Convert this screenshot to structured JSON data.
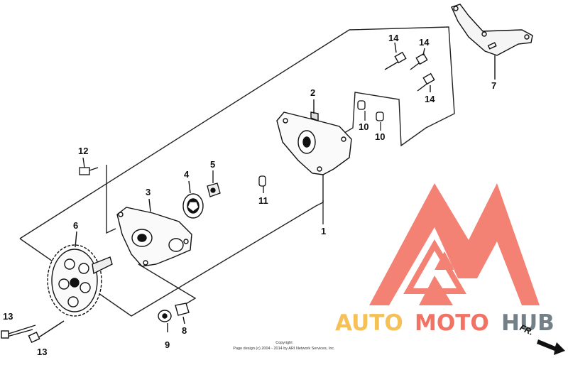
{
  "diagram": {
    "part_numbers": {
      "p1": "1",
      "p2": "2",
      "p3": "3",
      "p4": "4",
      "p5": "5",
      "p6": "6",
      "p7": "7",
      "p8": "8",
      "p9": "9",
      "p10a": "10",
      "p10b": "10",
      "p11": "11",
      "p12": "12",
      "p13a": "13",
      "p13b": "13",
      "p14a": "14",
      "p14b": "14",
      "p14c": "14"
    },
    "direction_label": "FR.",
    "copyright_line1": "Copyright",
    "copyright_line2": "Page design (c) 2004 - 2014 by ARI Network Services, Inc."
  },
  "watermark": {
    "part1": "AUTO",
    "part2": "MOTO",
    "part3": "HUB",
    "colors": {
      "auto": "#f5b63c",
      "moto": "#f05a4a",
      "hub": "#5b6b73",
      "triangle": "#f26d5e"
    }
  }
}
